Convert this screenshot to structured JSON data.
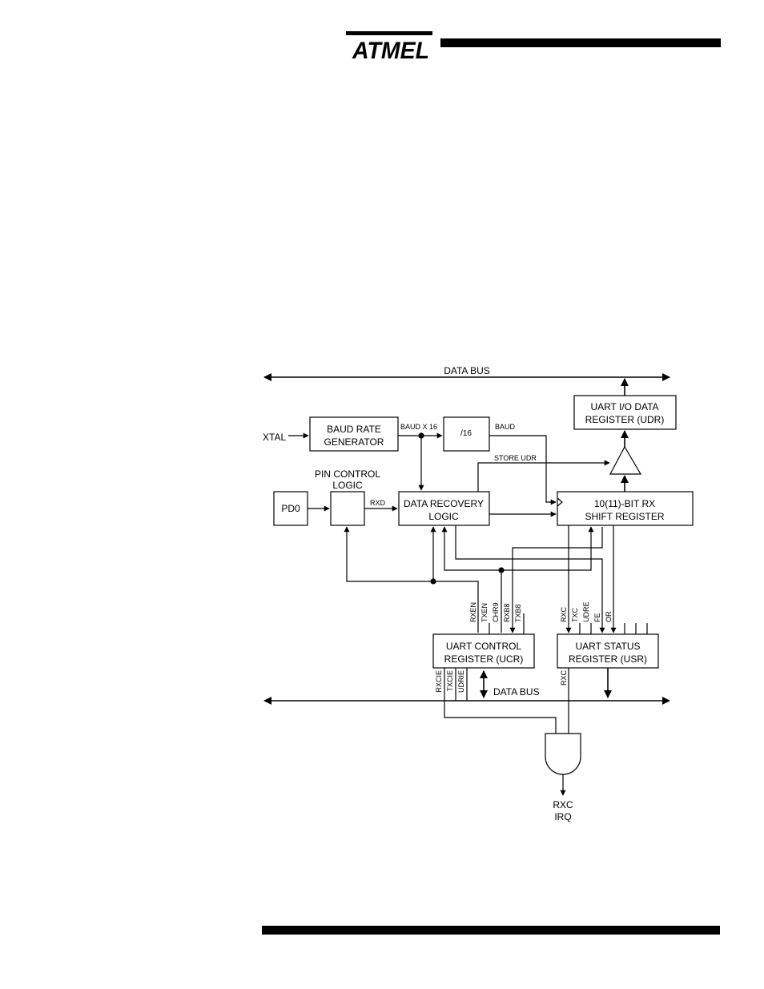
{
  "header": {
    "logo_text": "ATMEL"
  },
  "diagram": {
    "data_bus_top": "DATA BUS",
    "data_bus_bottom": "DATA BUS",
    "udr_box": [
      "UART I/O DATA",
      "REGISTER (UDR)"
    ],
    "baud_gen": [
      "BAUD RATE",
      "GENERATOR"
    ],
    "div16": "/16",
    "baud_x16": "BAUD X 16",
    "baud": "BAUD",
    "store_udr": "STORE UDR",
    "xtal": "XTAL",
    "pin_control": [
      "PIN CONTROL",
      "LOGIC"
    ],
    "pd0": "PD0",
    "rxd": "RXD",
    "data_recovery": [
      "DATA RECOVERY",
      "LOGIC"
    ],
    "shift_reg": [
      "10(11)-BIT RX",
      "SHIFT REGISTER"
    ],
    "ucr_box": [
      "UART CONTROL",
      "REGISTER (UCR)"
    ],
    "usr_box": [
      "UART STATUS",
      "REGISTER (USR)"
    ],
    "ucr_bits_top": [
      "RXEN",
      "TXEN",
      "CHR9",
      "RXB8",
      "TXB8"
    ],
    "usr_bits_top": [
      "RXC",
      "TXC",
      "UDRE",
      "FE",
      "OR"
    ],
    "ucr_bits_bottom": [
      "RXCIE",
      "TXCIE",
      "UDRIE"
    ],
    "usr_bit_bottom": "RXC",
    "irq": [
      "RXC",
      "IRQ"
    ]
  }
}
